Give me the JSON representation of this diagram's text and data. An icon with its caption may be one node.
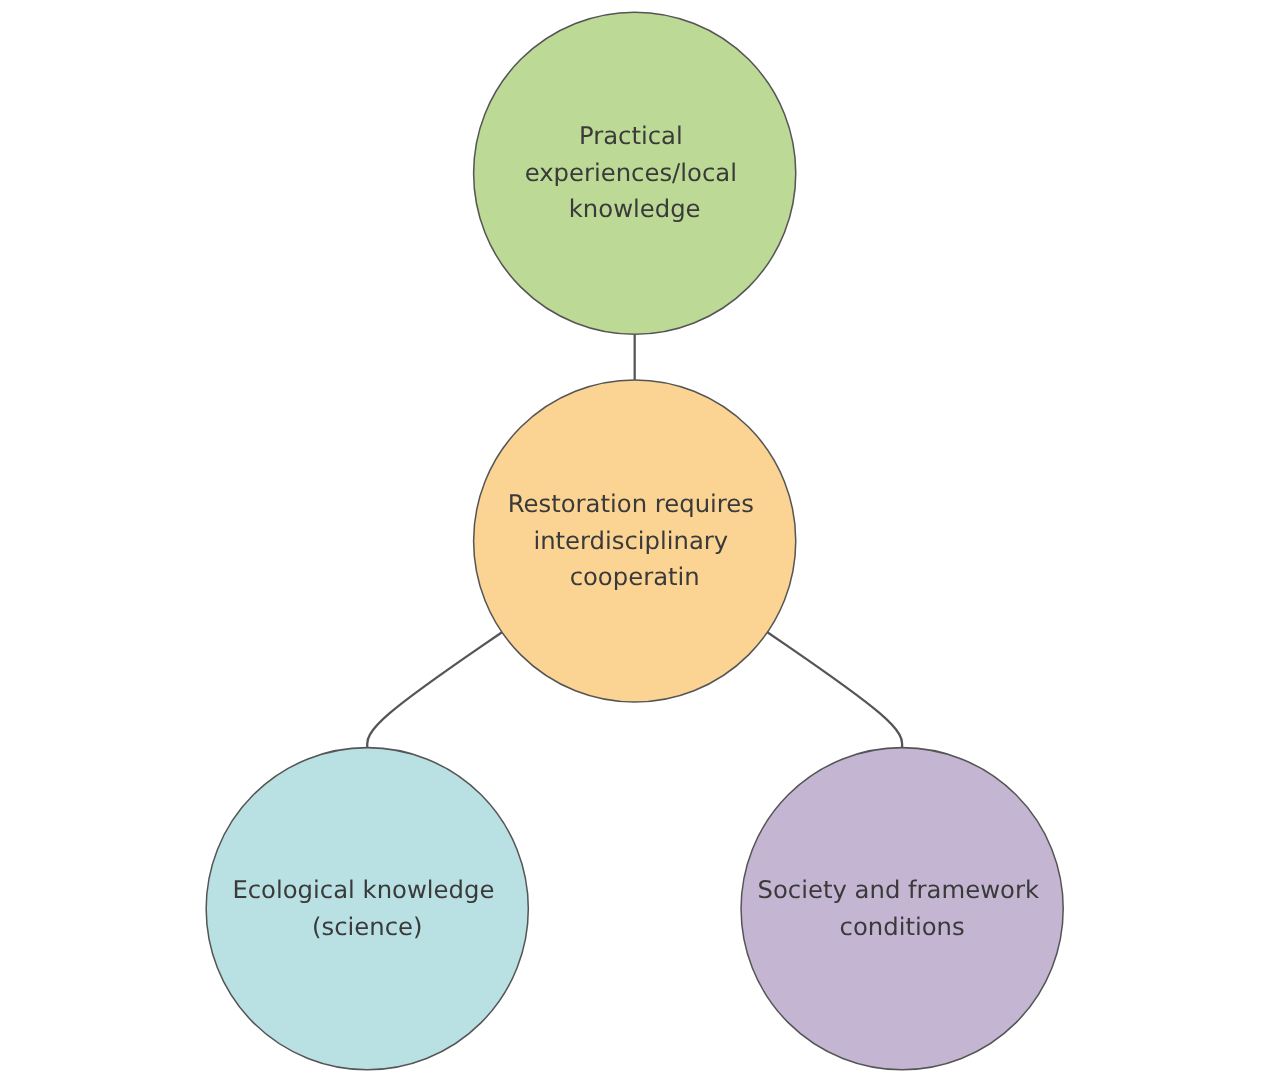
{
  "diagram": {
    "nodes": [
      {
        "text": [
          "Practical experiences/local knowledge"
        ]
      },
      {
        "text": [
          "Restoration requires interdisciplinary cooperatin"
        ]
      },
      {
        "text": [
          "Ecological knowledge (science)"
        ]
      },
      {
        "text": [
          "Society and framework conditions"
        ]
      }
    ],
    "edges": [
      {
        "from": 0,
        "to": 1,
        "arrow": "none"
      },
      {
        "from": 1,
        "to": 2,
        "arrow": "none"
      },
      {
        "from": 1,
        "to": 3,
        "arrow": "none"
      }
    ]
  }
}
